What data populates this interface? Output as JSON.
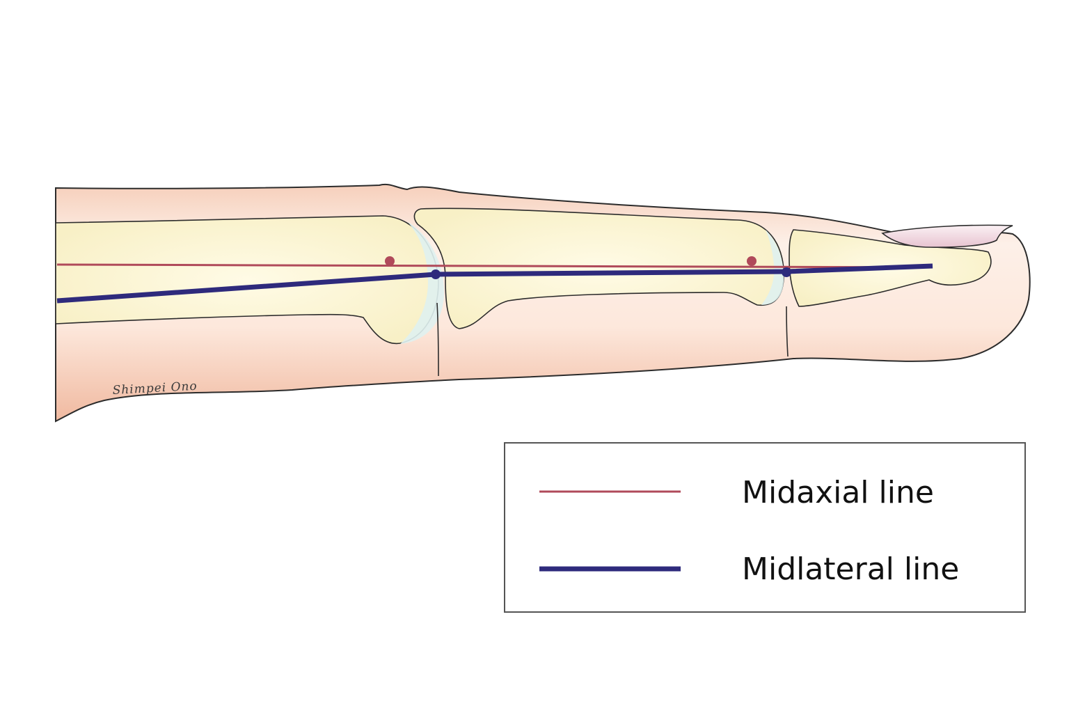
{
  "signature": "Shimpei Ono",
  "colors": {
    "midaxial": "#b04a5a",
    "midlateral": "#2e2a7c",
    "outline": "#2b2b2b",
    "skin_light": "#fdf1ea",
    "skin_dark": "#f2c9b3",
    "bone": "#fbf6d8",
    "cartilage": "#dff1f0",
    "nail": "#f3dde4"
  },
  "legend": {
    "items": [
      {
        "label": "Midaxial line",
        "color": "#b04a5a",
        "style": "thin"
      },
      {
        "label": "Midlateral line",
        "color": "#2e2a7c",
        "style": "thick"
      }
    ]
  }
}
